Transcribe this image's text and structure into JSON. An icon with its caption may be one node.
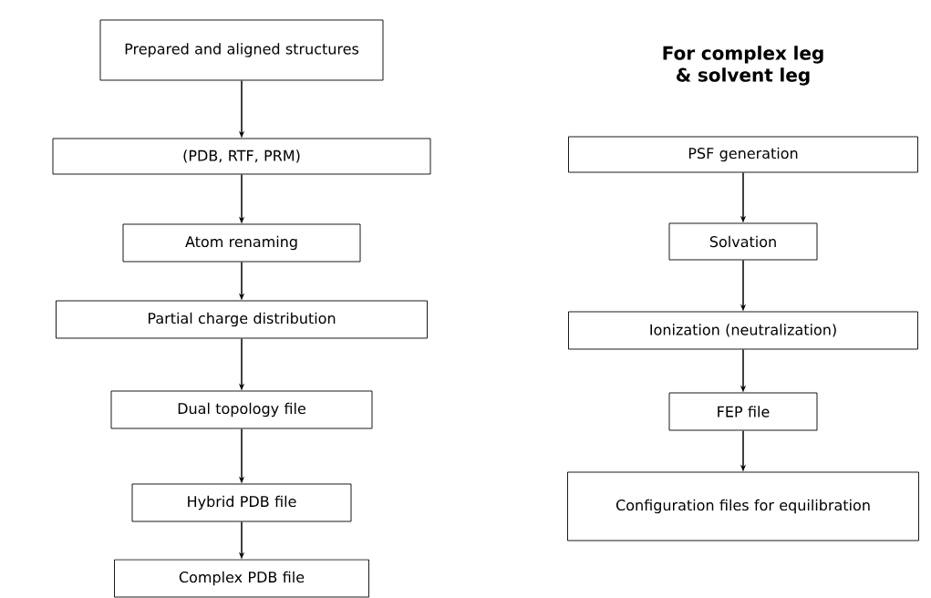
{
  "diagram": {
    "title": "For complex leg & solvent leg",
    "nodes": [
      {
        "text": [
          "Prepared and aligned structures"
        ]
      },
      {
        "text": [
          "(PDB, RTF, PRM)"
        ]
      },
      {
        "text": [
          "Atom renaming"
        ]
      },
      {
        "text": [
          "Partial charge distribution"
        ]
      },
      {
        "text": [
          "Dual topology file"
        ]
      },
      {
        "text": [
          "Hybrid PDB file"
        ]
      },
      {
        "text": [
          "Complex PDB file"
        ]
      },
      {
        "text": [
          "PSF generation"
        ]
      },
      {
        "text": [
          "Solvation"
        ]
      },
      {
        "text": [
          "Ionization (neutralization)"
        ]
      },
      {
        "text": [
          "FEP file"
        ]
      },
      {
        "text": [
          "Configuration files for equilibration"
        ]
      }
    ],
    "edges": [
      {
        "from": 0,
        "to": 1,
        "arrow": "to"
      },
      {
        "from": 1,
        "to": 2,
        "arrow": "to"
      },
      {
        "from": 2,
        "to": 3,
        "arrow": "to"
      },
      {
        "from": 3,
        "to": 4,
        "arrow": "to"
      },
      {
        "from": 4,
        "to": 5,
        "arrow": "to"
      },
      {
        "from": 5,
        "to": 6,
        "arrow": "to"
      },
      {
        "from": 7,
        "to": 8,
        "arrow": "to"
      },
      {
        "from": 8,
        "to": 9,
        "arrow": "to"
      },
      {
        "from": 9,
        "to": 10,
        "arrow": "to"
      },
      {
        "from": 10,
        "to": 11,
        "arrow": "to"
      }
    ]
  }
}
